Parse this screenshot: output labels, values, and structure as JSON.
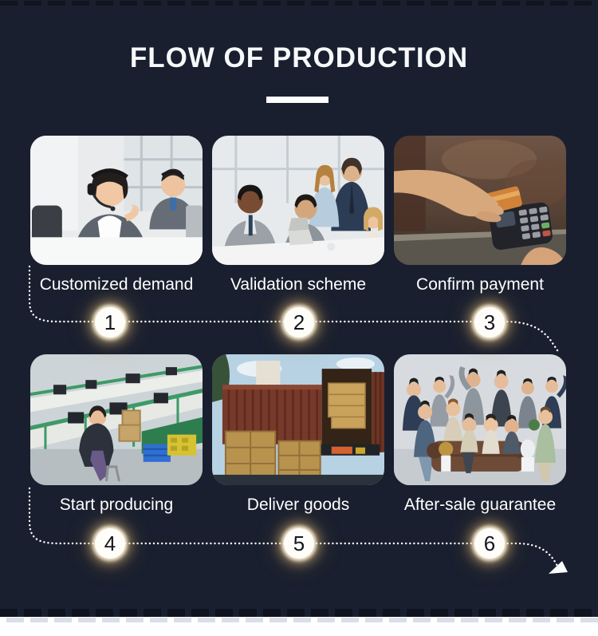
{
  "header": {
    "title": "FLOW OF PRODUCTION"
  },
  "steps": [
    {
      "number": "1",
      "label": "Customized demand",
      "image": "customer-service-agents-photo"
    },
    {
      "number": "2",
      "label": "Validation scheme",
      "image": "business-meeting-photo"
    },
    {
      "number": "3",
      "label": "Confirm payment",
      "image": "card-payment-terminal-photo"
    },
    {
      "number": "4",
      "label": "Start producing",
      "image": "factory-assembly-line-photo"
    },
    {
      "number": "5",
      "label": "Deliver goods",
      "image": "container-truck-loading-photo"
    },
    {
      "number": "6",
      "label": "After-sale guarantee",
      "image": "company-team-photo"
    }
  ],
  "flow": {
    "direction_arrow": "down-right-arrow"
  },
  "colors": {
    "background": "#191f2f",
    "text": "#ffffff",
    "dotted_line": "#ffffff",
    "number_badge_fill": "#fefdfa",
    "number_badge_text": "#15181f",
    "number_badge_glow": "#e2c492",
    "bottom_strip": "#ffffff"
  }
}
